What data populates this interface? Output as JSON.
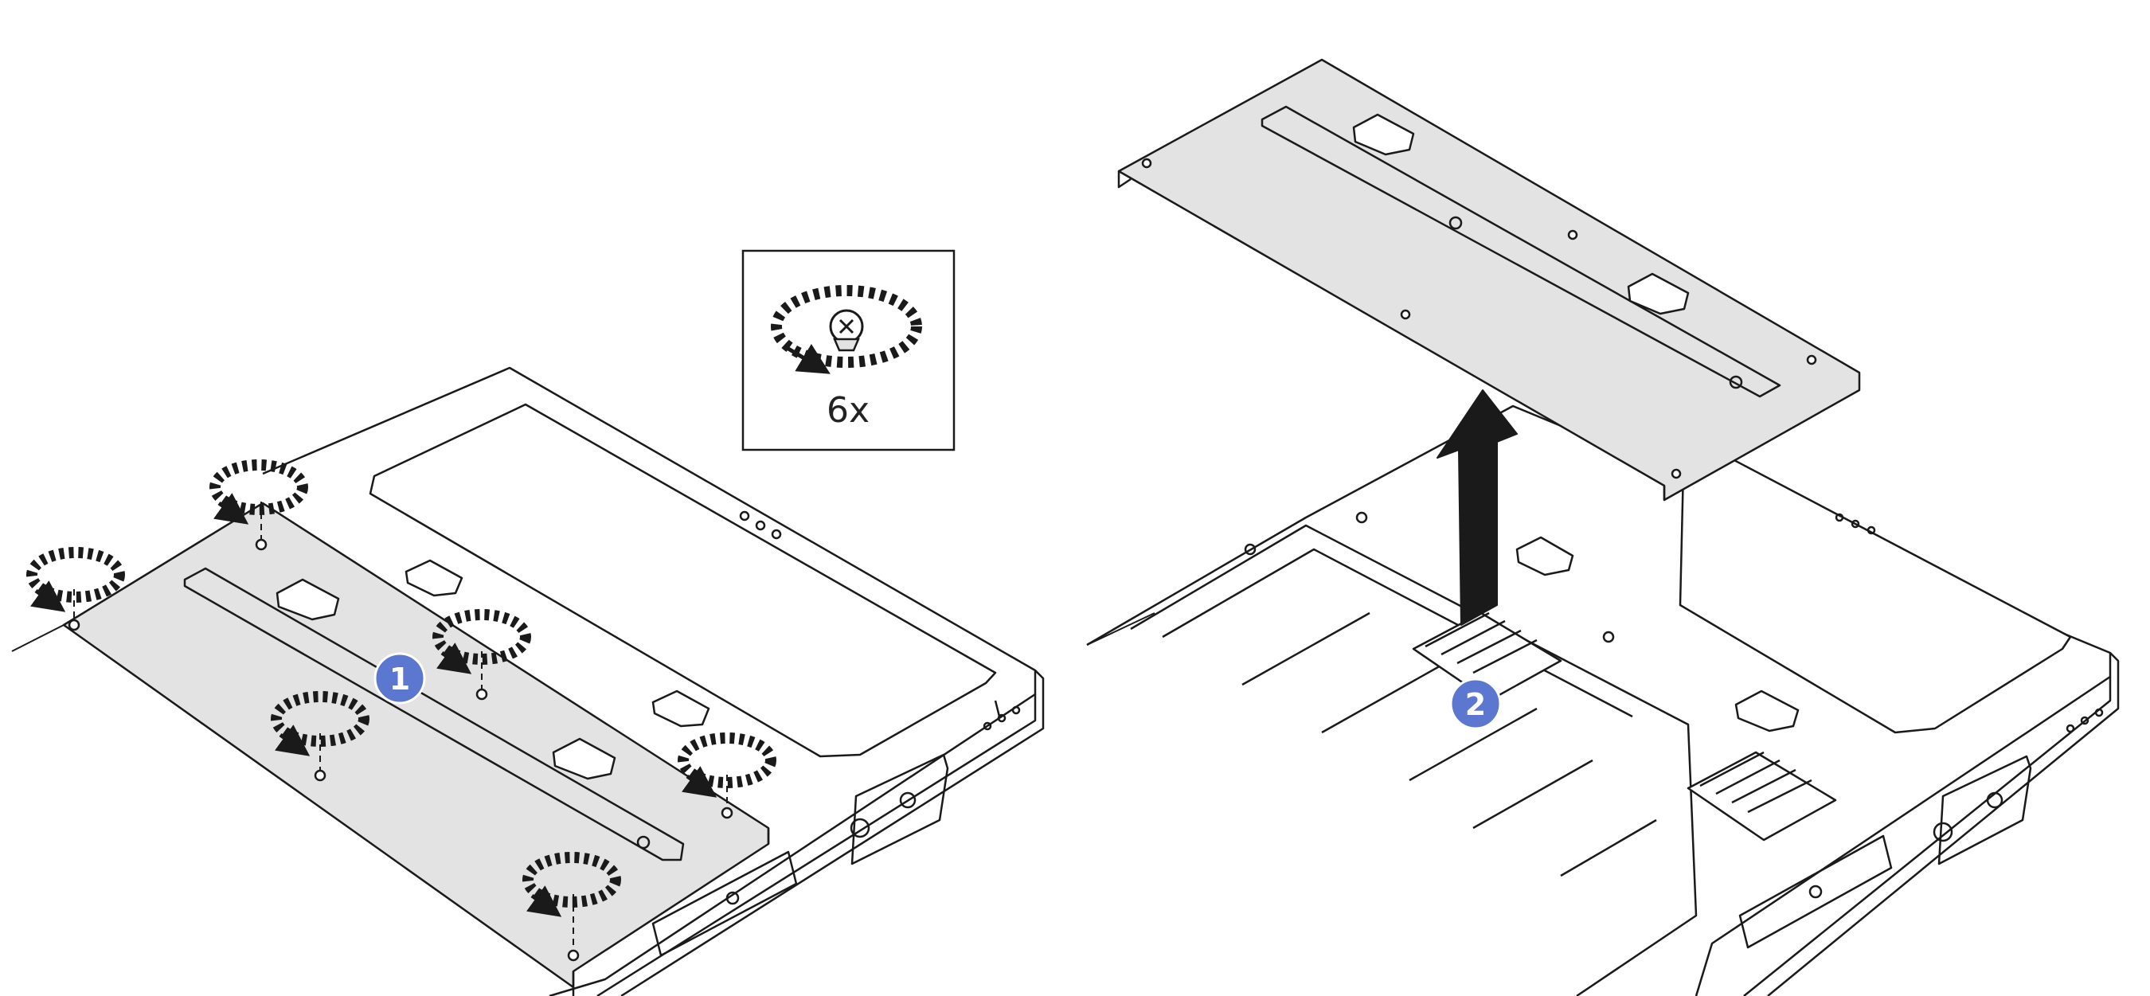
{
  "figure": {
    "steps": [
      {
        "number": "1",
        "action": "loosen-screws"
      },
      {
        "number": "2",
        "action": "lift-cover"
      }
    ],
    "inset": {
      "quantity": "6x",
      "icon": "screw-rotate-icon"
    }
  },
  "colors": {
    "outline": "#1a1a1a",
    "cover_fill": "#e3e3e3",
    "callout_fill": "#5b77cf",
    "callout_text": "#ffffff",
    "arrow_fill": "#1a1a1a"
  }
}
